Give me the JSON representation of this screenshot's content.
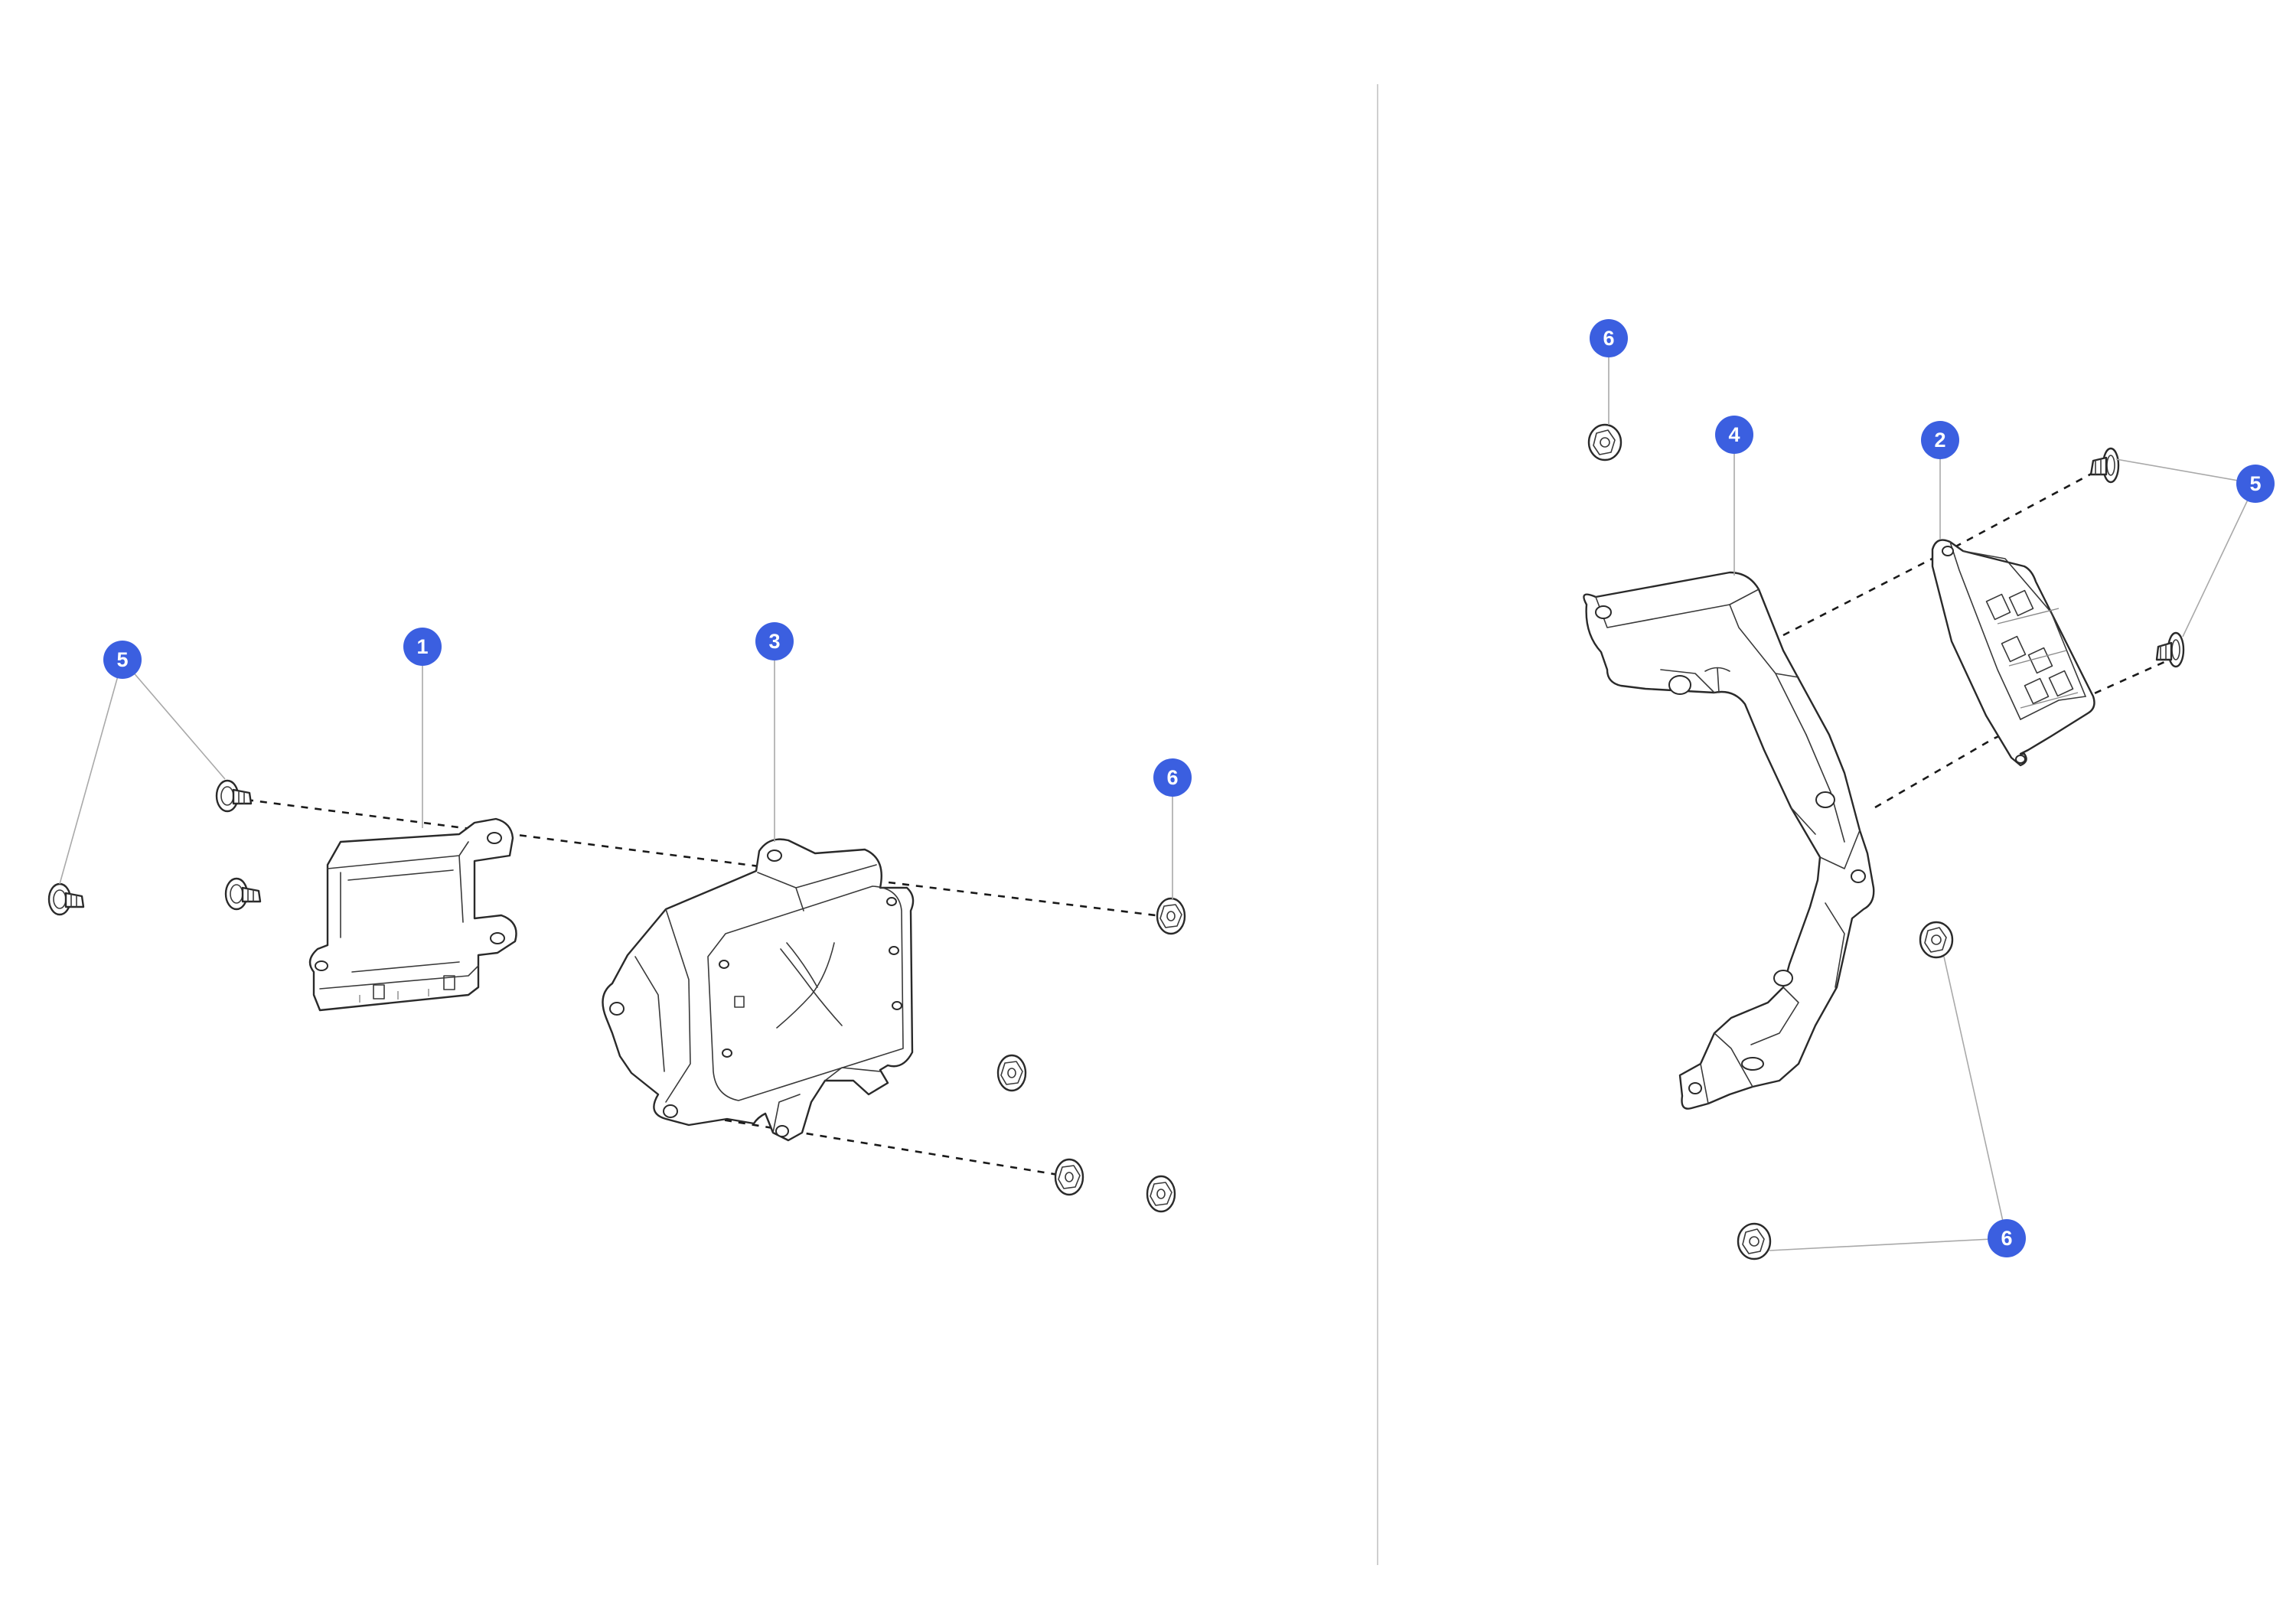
{
  "diagram": {
    "accent_color": "#3b5fe0",
    "callouts": {
      "c1": "1",
      "c2": "2",
      "c3": "3",
      "c4": "4",
      "c5_left": "5",
      "c5_right": "5",
      "c6_left": "6",
      "c6_right_top": "6",
      "c6_right_bottom": "6"
    }
  }
}
